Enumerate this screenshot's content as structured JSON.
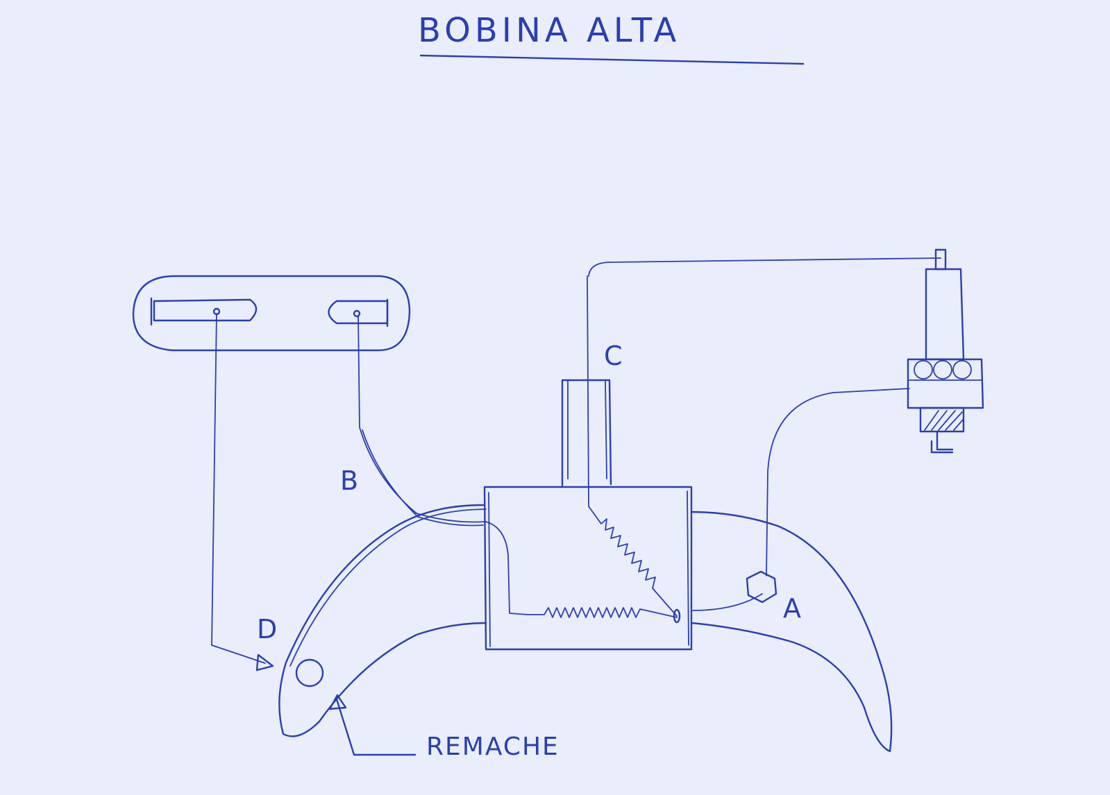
{
  "title": "BOBINA ALTA",
  "labels": {
    "a": "A",
    "b": "B",
    "c": "C",
    "d": "D",
    "remache": "REMACHE"
  },
  "colors": {
    "paper": "#eaedfb",
    "ink": "#2a3fb0"
  }
}
